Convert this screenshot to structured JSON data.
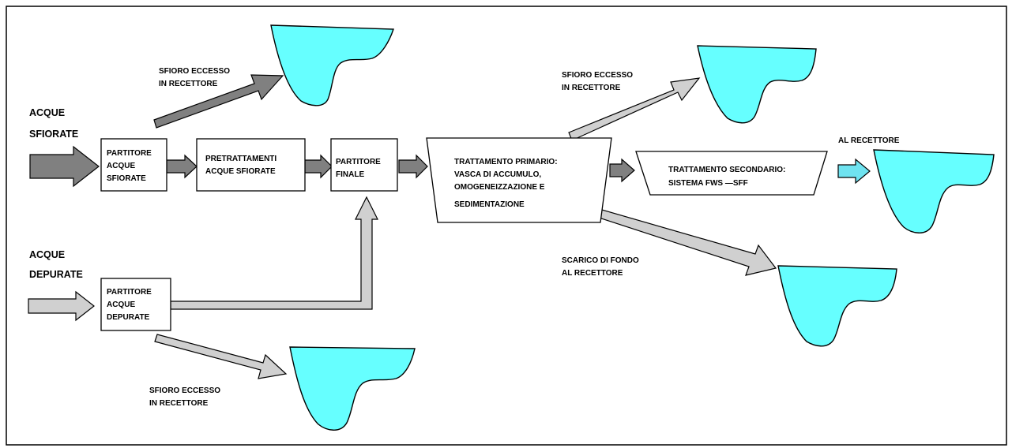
{
  "colors": {
    "basin": "#66ffff",
    "arrow_dark": "#808080",
    "arrow_light": "#d0d0d0",
    "arrow_cyan": "#6fe3f0"
  },
  "inputs": {
    "sfiorate": [
      "ACQUE",
      "SFIORATE"
    ],
    "depurate": [
      "ACQUE",
      "DEPURATE"
    ]
  },
  "boxes": {
    "partitore_sfiorate": [
      "PARTITORE",
      "ACQUE",
      "SFIORATE"
    ],
    "pretrattamenti": [
      "PRETRATTAMENTI",
      "ACQUE SFIORATE"
    ],
    "partitore_finale": [
      "PARTITORE",
      "FINALE"
    ],
    "partitore_depurate": [
      "PARTITORE",
      "ACQUE",
      "DEPURATE"
    ],
    "trattamento_primario": [
      "TRATTAMENTO PRIMARIO:",
      "VASCA DI ACCUMULO,",
      "OMOGENEIZZAZIONE E",
      "SEDIMENTAZIONE"
    ],
    "trattamento_secondario": [
      "TRATTAMENTO SECONDARIO:",
      "SISTEMA FWS —SFF"
    ]
  },
  "labels": {
    "sfioro_top_left": [
      "SFIORO ECCESSO",
      "IN RECETTORE"
    ],
    "sfioro_top_right": [
      "SFIORO ECCESSO",
      "IN RECETTORE"
    ],
    "sfioro_bottom": [
      "SFIORO ECCESSO",
      "IN RECETTORE"
    ],
    "al_recettore": [
      "AL RECETTORE"
    ],
    "scarico_di_fondo": [
      "SCARICO DI FONDO",
      "AL RECETTORE"
    ]
  },
  "icons": {
    "basin": "water-basin-icon",
    "arrow": "flow-arrow-icon"
  }
}
